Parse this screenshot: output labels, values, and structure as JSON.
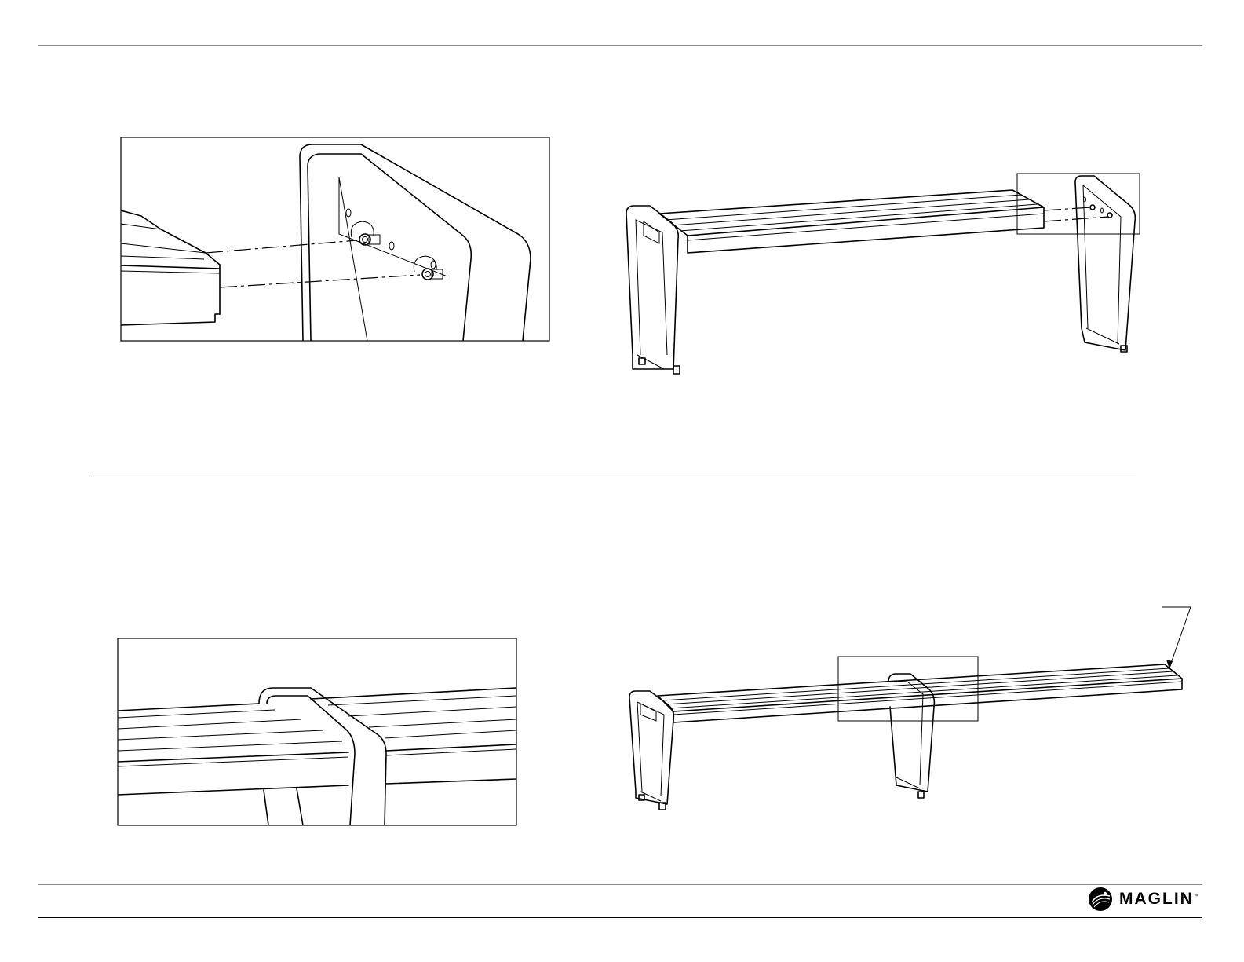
{
  "brand": {
    "name": "MAGLIN",
    "trademark": "™",
    "logo_icon": "maglin-logo-icon"
  },
  "figures": [
    {
      "id": "detail-leg-bolt-connection",
      "kind": "detail-inset"
    },
    {
      "id": "bench-assembly-end-leg",
      "kind": "overview"
    },
    {
      "id": "detail-center-leg-over-slats",
      "kind": "detail-inset"
    },
    {
      "id": "bench-assembly-center-leg",
      "kind": "overview"
    }
  ]
}
